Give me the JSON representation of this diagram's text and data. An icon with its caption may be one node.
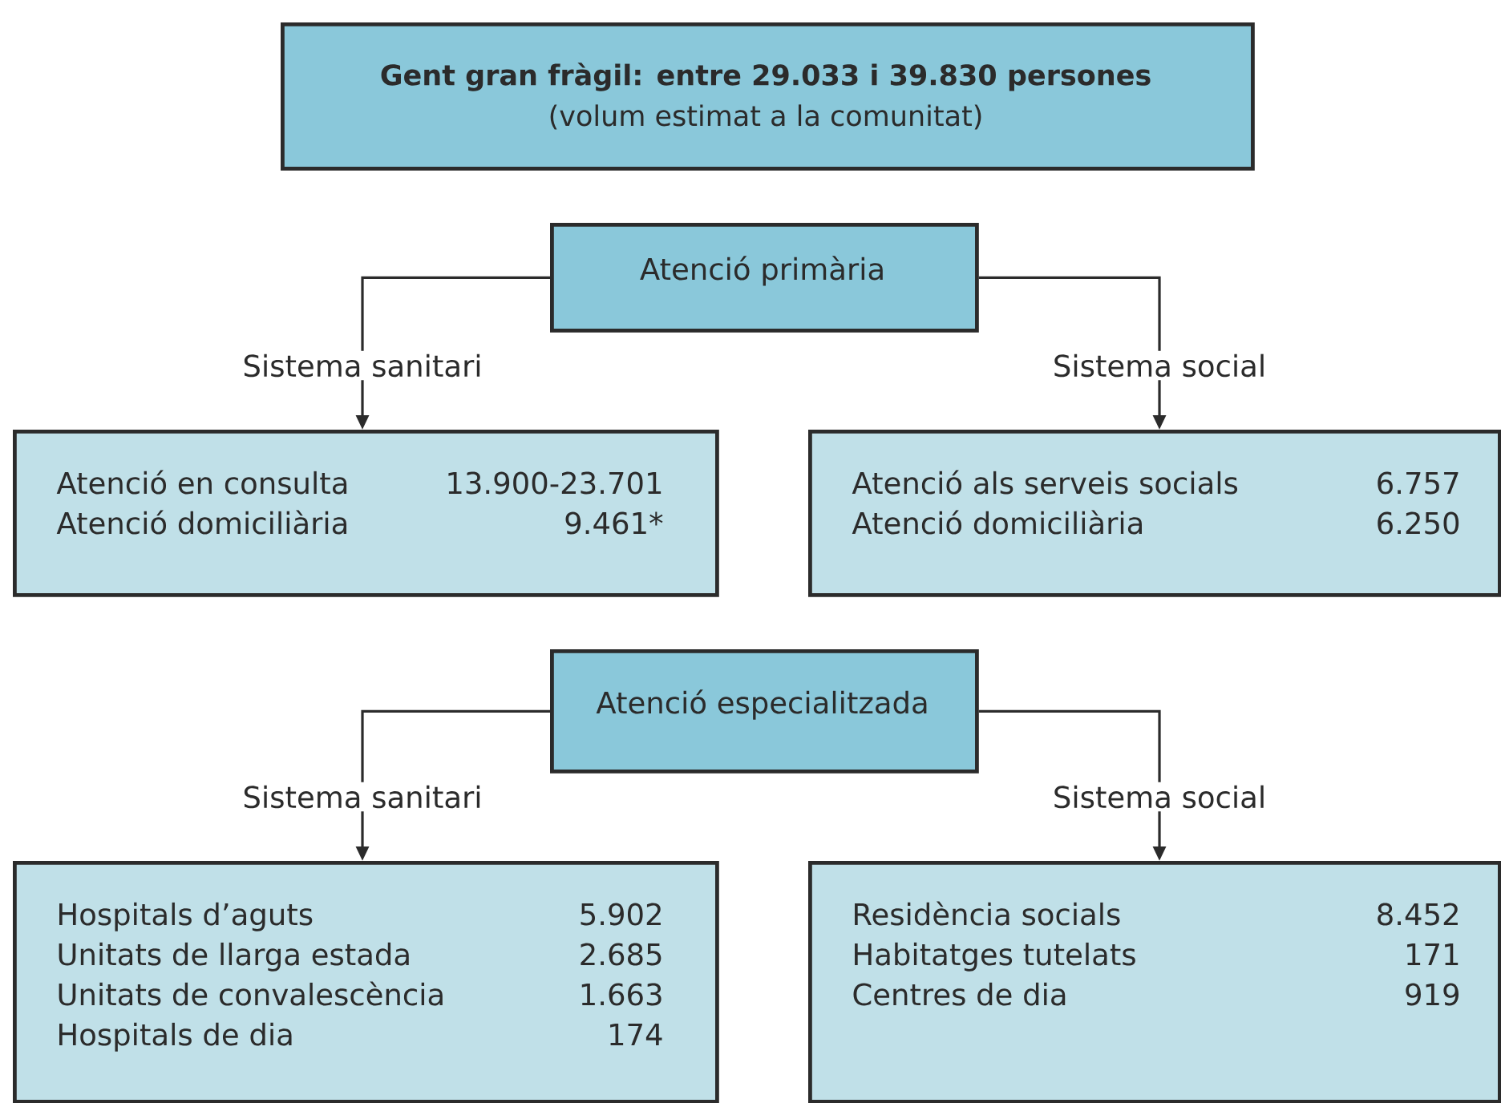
{
  "diagram": {
    "nodes": [
      {
        "text": [
          "Gent gran fràgil: entre 29.033 i 39.830 persones",
          "(volum estimat a la comunitat)"
        ]
      },
      {
        "text": [
          "Atenció primària"
        ]
      },
      {
        "text": [
          "Atenció en consulta",
          "13.900-23.701",
          "Atenció domiciliària",
          "9.461*"
        ]
      },
      {
        "text": [
          "Atenció als serveis socials",
          "6.757",
          "Atenció domiciliària",
          "6.250"
        ]
      },
      {
        "text": [
          "Atenció especialitzada"
        ]
      },
      {
        "text": [
          "Hospitals d’aguts",
          "5.902",
          "Unitats de llarga estada",
          "2.685",
          "Unitats de convalescència",
          "1.663",
          "Hospitals de dia",
          "174"
        ]
      },
      {
        "text": [
          "Residència socials",
          "8.452",
          "Habitatges tutelats",
          "171",
          "Centres de dia",
          "919"
        ]
      }
    ],
    "edges": [
      {
        "from": 1,
        "to": 2,
        "arrow": "to",
        "label": "Sistema sanitari"
      },
      {
        "from": 1,
        "to": 3,
        "arrow": "to",
        "label": "Sistema social"
      },
      {
        "from": 4,
        "to": 5,
        "arrow": "to",
        "label": "Sistema sanitari"
      },
      {
        "from": 4,
        "to": 6,
        "arrow": "to",
        "label": "Sistema social"
      }
    ]
  }
}
